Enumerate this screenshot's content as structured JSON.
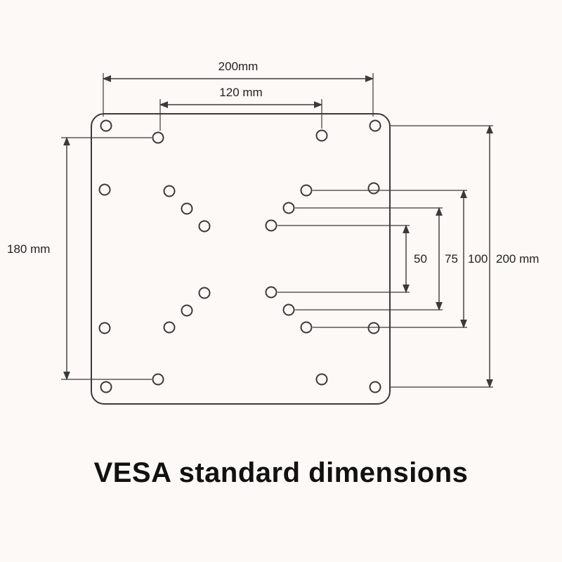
{
  "title": "VESA standard dimensions",
  "diagram": {
    "dim_top_outer": "200mm",
    "dim_top_inner": "120 mm",
    "dim_left": "180 mm",
    "dim_inner_50": "50",
    "dim_inner_75": "75",
    "dim_inner_100": "100",
    "dim_right_outer": "200 mm"
  },
  "colors": {
    "background": "#fdf9f6",
    "line": "#3a3a3a",
    "text": "#111111"
  }
}
